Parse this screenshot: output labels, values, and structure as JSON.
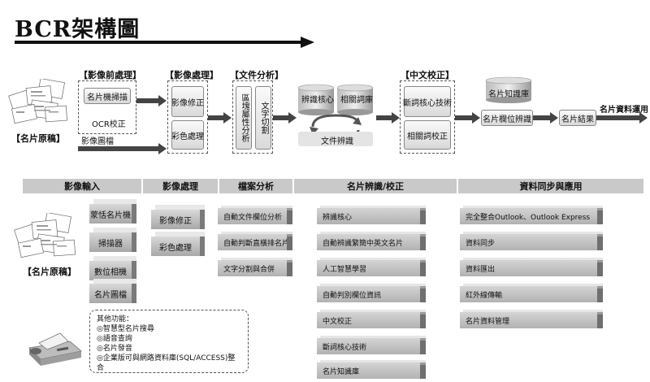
{
  "title": "BCR架構圖",
  "top_flow": {
    "card_source_label": "【名片原稿】",
    "preprocess": {
      "header": "【影像前處理】",
      "scan_button": "名片機掃描",
      "ocr_label": "OCR校正"
    },
    "image_file_label": "影像圖檔",
    "image_process": {
      "header": "【影像處理】",
      "correction": "影像修正",
      "color": "彩色處理"
    },
    "doc_analysis": {
      "header": "【文件分析】",
      "block_attr": "區塊屬性分析",
      "text_cut": "文字切割"
    },
    "recognition": {
      "core": "辨識核心",
      "lexicon": "相關詞庫",
      "doc_recog": "文件辨識"
    },
    "chinese_correction": {
      "header": "【中文校正】",
      "segmentation": "斷詞核心技術",
      "related": "相關詞校正"
    },
    "knowledge_base": "名片知識庫",
    "field_recog": "名片欄位辨識",
    "result": "名片結果",
    "application": "名片資料運用"
  },
  "bottom": {
    "headers": [
      "影像輸入",
      "影像處理",
      "檔案分析",
      "名片辨識/校正",
      "資料同步與應用"
    ],
    "card_source_label": "【名片原稿】",
    "input_devices": [
      "蒙恬名片機",
      "掃描器",
      "數位相機",
      "名片圖檔"
    ],
    "image_processing": [
      "影像修正",
      "彩色處理"
    ],
    "file_analysis": [
      "自動文件欄位分析",
      "自動判斷直橫排名片",
      "文字分割與合併"
    ],
    "recognition": [
      "辨識核心",
      "自動辨識繁簡中英文名片",
      "人工智慧學習",
      "自動判別欄位資訊",
      "中文校正",
      "斷詞核心技術",
      "名片知識庫"
    ],
    "sync": [
      "完全整合Outlook、Outlook Express",
      "資料同步",
      "資料匯出",
      "紅外線傳輸",
      "名片資料管理"
    ],
    "other_functions": {
      "title": "其他功能：",
      "items": [
        "◎智慧型名片搜尋",
        "◎語音查詢",
        "◎名片發音",
        "◎企業版可與網路資料庫(SQL/ACCESS)整合"
      ]
    }
  }
}
